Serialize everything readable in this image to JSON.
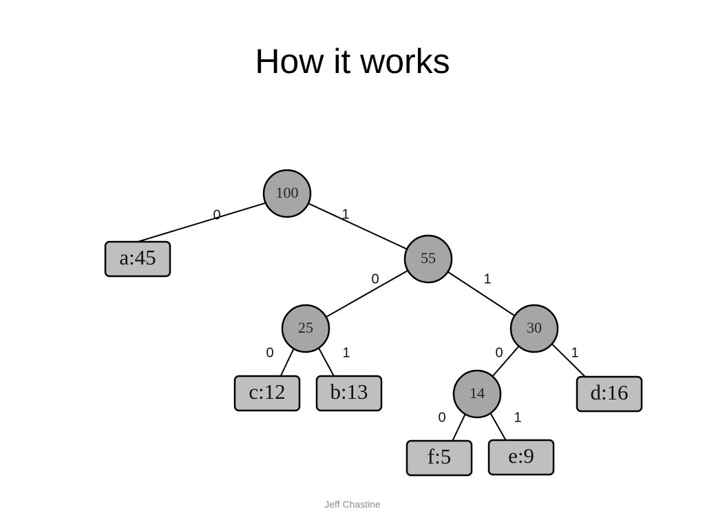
{
  "slide": {
    "title": "How it works",
    "footer": "Jeff Chastine"
  },
  "colors": {
    "node_fill": "#a6a6a6",
    "leaf_fill": "#bfbfbf",
    "stroke": "#000000",
    "footer_text": "#8c8c8c"
  },
  "tree": {
    "internal_nodes": [
      {
        "id": "n100",
        "label": "100"
      },
      {
        "id": "n55",
        "label": "55"
      },
      {
        "id": "n25",
        "label": "25"
      },
      {
        "id": "n30",
        "label": "30"
      },
      {
        "id": "n14",
        "label": "14"
      }
    ],
    "leaves": [
      {
        "id": "a",
        "label": "a:45"
      },
      {
        "id": "c",
        "label": "c:12"
      },
      {
        "id": "b",
        "label": "b:13"
      },
      {
        "id": "f",
        "label": "f:5"
      },
      {
        "id": "e",
        "label": "e:9"
      },
      {
        "id": "d",
        "label": "d:16"
      }
    ],
    "edges": [
      {
        "from": "n100",
        "to": "a",
        "label": "0"
      },
      {
        "from": "n100",
        "to": "n55",
        "label": "1"
      },
      {
        "from": "n55",
        "to": "n25",
        "label": "0"
      },
      {
        "from": "n55",
        "to": "n30",
        "label": "1"
      },
      {
        "from": "n25",
        "to": "c",
        "label": "0"
      },
      {
        "from": "n25",
        "to": "b",
        "label": "1"
      },
      {
        "from": "n30",
        "to": "n14",
        "label": "0"
      },
      {
        "from": "n30",
        "to": "d",
        "label": "1"
      },
      {
        "from": "n14",
        "to": "f",
        "label": "0"
      },
      {
        "from": "n14",
        "to": "e",
        "label": "1"
      }
    ]
  }
}
